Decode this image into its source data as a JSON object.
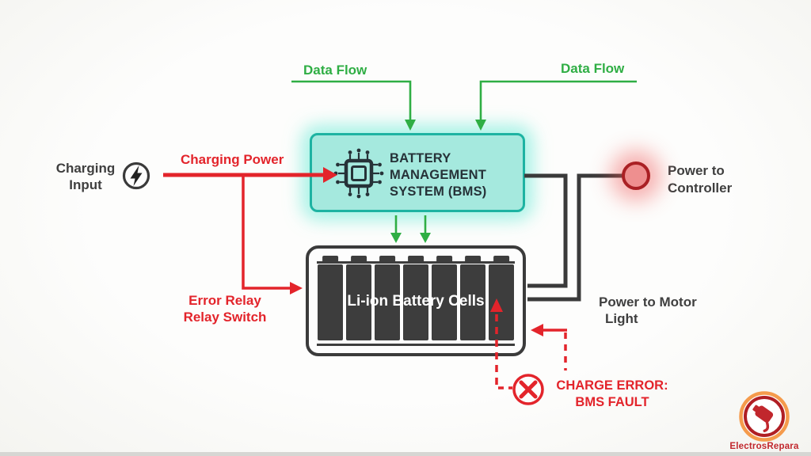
{
  "colors": {
    "green": "#2fae44",
    "red": "#e3242b",
    "dark_wire": "#3a3a3a",
    "bms_fill": "#a5e9de",
    "bms_border": "#1db3a2",
    "indicator_fill": "#ee8f8f",
    "indicator_border": "#aa2024",
    "logo_orange": "#f59b4c",
    "logo_red": "#b01f24"
  },
  "nodes": {
    "charging_input": {
      "line1": "Charging",
      "line2": "Input"
    },
    "bms": {
      "line1": "BATTERY",
      "line2": "MANAGEMENT",
      "line3": "SYSTEM (BMS)"
    },
    "battery": {
      "label": "Li-ion Battery Cells",
      "cell_count": 7
    },
    "power_to_controller": {
      "line1": "Power to",
      "line2": "Controller"
    },
    "power_to_motor_light": {
      "line1": "Power to Motor",
      "line2": "Light"
    }
  },
  "flows": {
    "charging_power": "Charging Power",
    "data_flow_left": "Data Flow",
    "data_flow_right": "Data Flow",
    "error_relay": {
      "line1": "Error Relay",
      "line2": "Relay Switch"
    },
    "charge_error": {
      "line1": "CHARGE ERROR:",
      "line2": "BMS FAULT"
    }
  },
  "branding": {
    "name": "ElectrosRepara"
  }
}
